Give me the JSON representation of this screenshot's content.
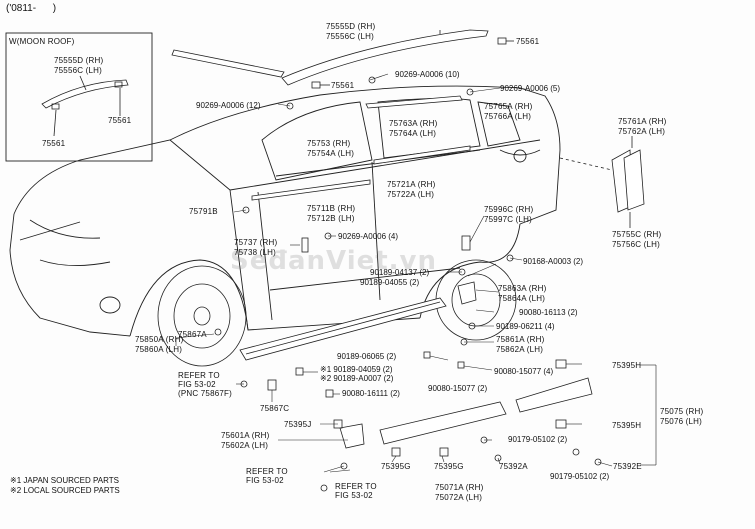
{
  "header": {
    "code": "('0811-      )"
  },
  "inset": {
    "title": "W(MOON ROOF)"
  },
  "watermark": "SeđanViet.vn",
  "labels": {
    "l75555d": "75555D (RH)",
    "l75556c": "75556C (LH)",
    "l75561_top": "75561",
    "l75561_mid": "75561",
    "inset_75555d": "75555D (RH)",
    "inset_75556c": "75556C (LH)",
    "inset_75561a": "75561",
    "inset_75561b": "75561",
    "b90269_10": "90269-A0006 (10)",
    "b90269_5": "90269-A0006 (5)",
    "b90269_12": "90269-A0006 (12)",
    "l75765a": "75765A (RH)",
    "l75766a": "75766A (LH)",
    "l75763a": "75763A (RH)",
    "l75764a": "75764A (LH)",
    "l75753": "75753 (RH)",
    "l75754a": "75754A (LH)",
    "l75761a": "75761A (RH)",
    "l75762a": "75762A (LH)",
    "l75721a": "75721A (RH)",
    "l75722a": "75722A (LH)",
    "l75791b": "75791B",
    "l75711b": "75711B (RH)",
    "l75712b": "75712B (LH)",
    "l75996c": "75996C (RH)",
    "l75997c": "75997C (LH)",
    "l75755c": "75755C (RH)",
    "l75756c": "75756C (LH)",
    "l75737": "75737 (RH)",
    "l75738": "75738 (LH)",
    "b90269_4": "90269-A0006 (4)",
    "b90168": "90168-A0003 (2)",
    "b90189_04137": "90189-04137 (2)",
    "b90189_04055": "90189-04055 (2)",
    "l75863a": "75863A (RH)",
    "l75864a": "75864A (LH)",
    "b90080_16113": "90080-16113 (2)",
    "b90189_06211": "90189-06211 (4)",
    "l75850a": "75850A (RH)",
    "l75860a": "75860A (LH)",
    "l75867a": "75867A",
    "l75861a": "75861A (RH)",
    "l75862a": "75862A (LH)",
    "b90189_06065": "90189-06065 (2)",
    "b_note1": "※1 90189-04059 (2)",
    "b_note2": "※2 90189-A0007 (2)",
    "b90080_15077a": "90080-15077 (4)",
    "b90080_15077b": "90080-15077 (2)",
    "b90080_16111": "90080-16111 (2)",
    "l75395h_top": "75395H",
    "refer1_a": "REFER TO",
    "refer1_b": "FIG 53-02",
    "refer1_c": "(PNC 75867F)",
    "l75867c": "75867C",
    "l75075": "75075 (RH)",
    "l75076": "75076 (LH)",
    "l75395j": "75395J",
    "l75601a": "75601A (RH)",
    "l75602a": "75602A (LH)",
    "l75395h_bot": "75395H",
    "b90179_05102a": "90179-05102 (2)",
    "b90179_05102b": "90179-05102 (2)",
    "l75395g_a": "75395G",
    "l75395g_b": "75395G",
    "l75392a": "75392A",
    "l75392e": "75392E",
    "refer2_a": "REFER TO",
    "refer2_b": "FIG 53-02",
    "refer3_a": "REFER TO",
    "refer3_b": "FIG 53-02",
    "l75071a": "75071A (RH)",
    "l75072a": "75072A (LH)"
  },
  "footnotes": {
    "f1": "※1 JAPAN SOURCED PARTS",
    "f2": "※2 LOCAL SOURCED PARTS"
  }
}
